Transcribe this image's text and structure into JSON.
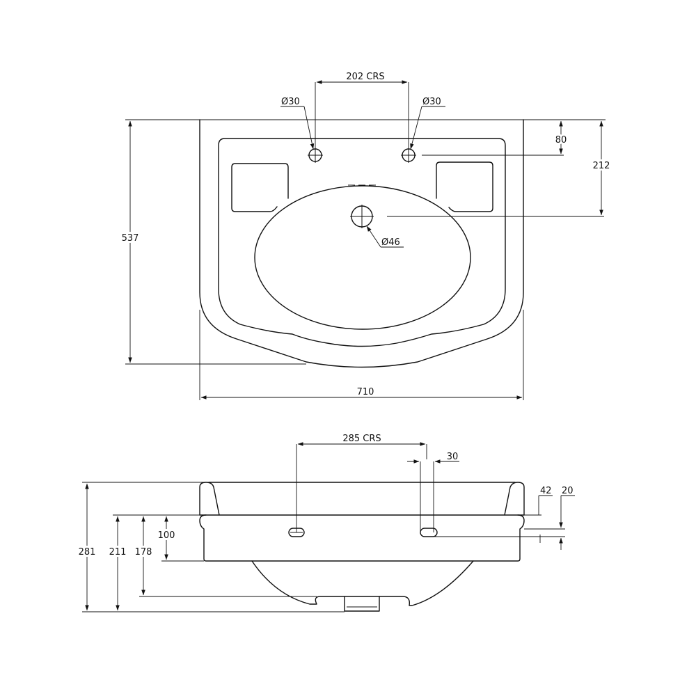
{
  "plan_view": {
    "tap_centres": "202 CRS",
    "tap_hole_left": "30",
    "tap_hole_right": "30",
    "waste_hole": "46",
    "overall_width": "710",
    "overall_depth": "537",
    "tap_hole_setback": "80",
    "waste_setback": "212"
  },
  "side_view": {
    "fixing_centres": "285 CRS",
    "slot_width": "30",
    "rim_height_42": "42",
    "rim_height_20": "20",
    "overall_height": "281",
    "height_211": "211",
    "height_178": "178",
    "height_100": "100"
  },
  "symbols": {
    "diameter": "Ø"
  }
}
